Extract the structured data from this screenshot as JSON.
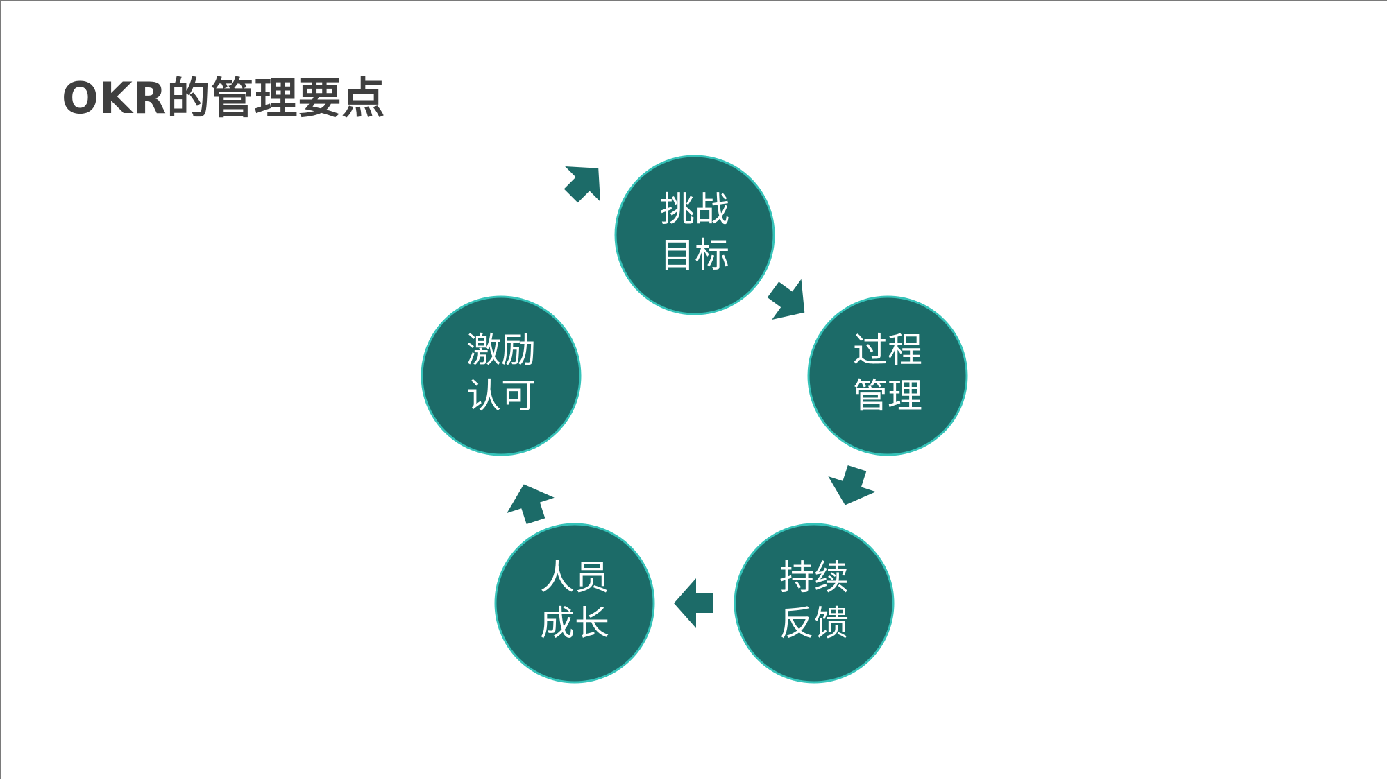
{
  "page": {
    "title": "OKR的管理要点"
  },
  "diagram": {
    "colors": {
      "node_fill": "#1c6b68",
      "node_stroke": "#35c2b8",
      "arrow_fill": "#1c6b68",
      "label_color": "#ffffff"
    },
    "nodes": [
      {
        "id": "challenge-goal",
        "line1": "挑战",
        "line2": "目标"
      },
      {
        "id": "process-management",
        "line1": "过程",
        "line2": "管理"
      },
      {
        "id": "continuous-feedback",
        "line1": "持续",
        "line2": "反馈"
      },
      {
        "id": "people-growth",
        "line1": "人员",
        "line2": "成长"
      },
      {
        "id": "incentive-recognition",
        "line1": "激励",
        "line2": "认可"
      }
    ],
    "arrows": [
      {
        "from": "challenge-goal",
        "to": "process-management"
      },
      {
        "from": "process-management",
        "to": "continuous-feedback"
      },
      {
        "from": "continuous-feedback",
        "to": "people-growth"
      },
      {
        "from": "people-growth",
        "to": "incentive-recognition"
      },
      {
        "from": "incentive-recognition",
        "to": "challenge-goal"
      }
    ]
  }
}
